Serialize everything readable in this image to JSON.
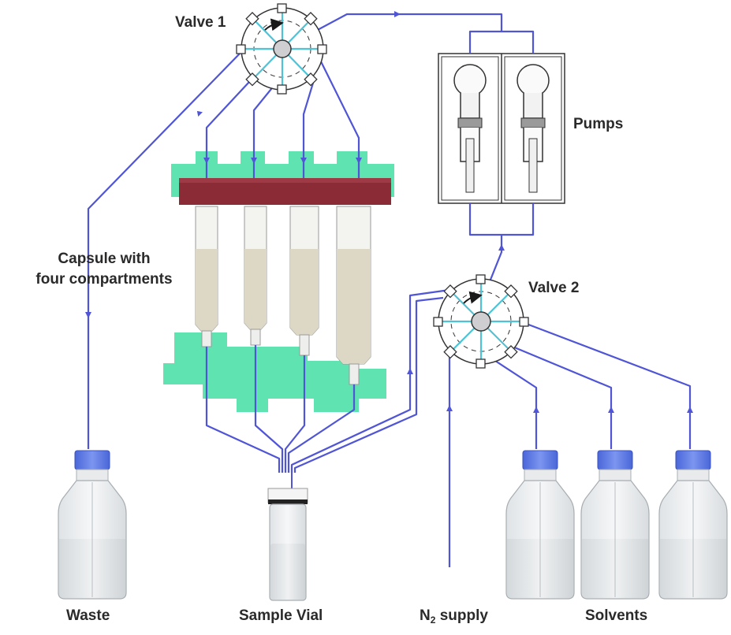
{
  "labels": {
    "valve1": "Valve 1",
    "valve2": "Valve 2",
    "pumps": "Pumps",
    "capsule_line1": "Capsule with",
    "capsule_line2": "four compartments",
    "waste": "Waste",
    "sample_vial": "Sample Vial",
    "n2_prefix": "N",
    "n2_subscript": "2",
    "n2_suffix": " supply",
    "solvents": "Solvents"
  },
  "colors": {
    "tubing": "#4f55d6",
    "valve_spokes": "#4ec3d6",
    "capsule_frame": "#5fe3b0",
    "capsule_lid": "#8a2b35",
    "bottle_cap": "#5b78e6",
    "cartridge_fill": "#ddd8c6"
  },
  "components": {
    "cartridges": 4,
    "solvent_bottles": 3,
    "pumps": 2
  }
}
